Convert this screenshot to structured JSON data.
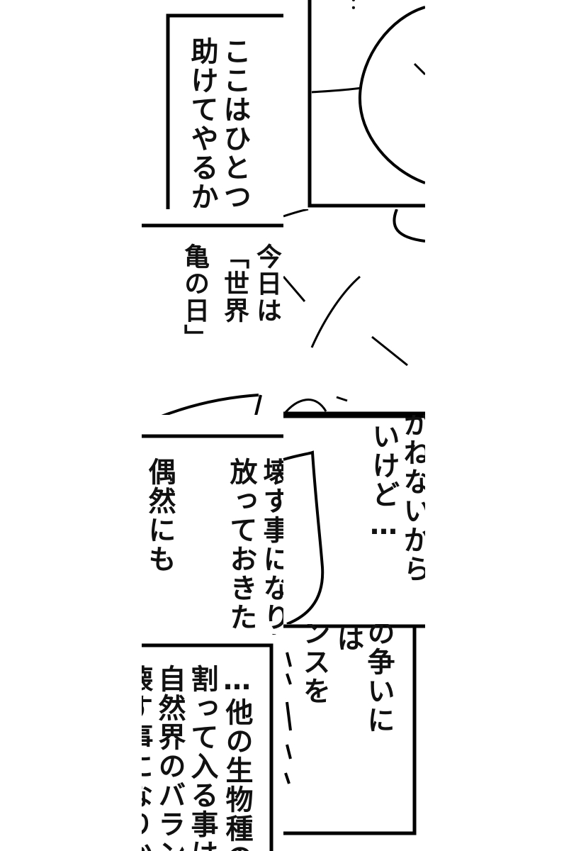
{
  "panels": {
    "p1": {
      "lines": [
        "ここはひとつ",
        "助けてやるか･"
      ]
    },
    "p2": {
      "lines": [
        "："
      ]
    },
    "p3": {
      "lines": [
        "今日は",
        "「世界",
        "亀の日」"
      ]
    },
    "p5": {
      "lines": [
        "かねないから",
        "いけど…"
      ]
    },
    "p6": {
      "lines": [
        "壊す事になりか",
        "放っておきたい",
        "偶然にも"
      ]
    },
    "p7": {
      "lines": [
        "の争いに",
        "は",
        "ンスを"
      ]
    },
    "p8": {
      "lines": [
        "…他の生物種の",
        "割って入る事は",
        "自然界のバラン",
        "壊す事になりか"
      ]
    }
  }
}
